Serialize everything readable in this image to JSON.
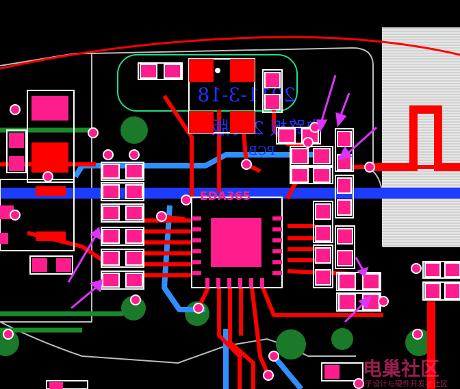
{
  "board": {
    "net_label": "EDA365",
    "mirrored_date": "2011-3-18",
    "mirrored_text_line1": "电路板 2 专版",
    "mirrored_text_line2": "PCB"
  },
  "watermark": {
    "logo_text": "电巢社区",
    "sub_text": "电子设计与硬件开发者社区"
  },
  "colors": {
    "background": "#000000",
    "top_copper": "#ff0000",
    "pad": "#ff0066",
    "bottom_copper": "#2f8fff",
    "ground_plane": "#1f7a2f",
    "board_outline": "#c8c8c8",
    "courtyard": "#ffffff",
    "keepout": "#22dd88",
    "annotation_arrow": "#dd33ff",
    "copper_pour_hatch": "#d0d0d0"
  }
}
